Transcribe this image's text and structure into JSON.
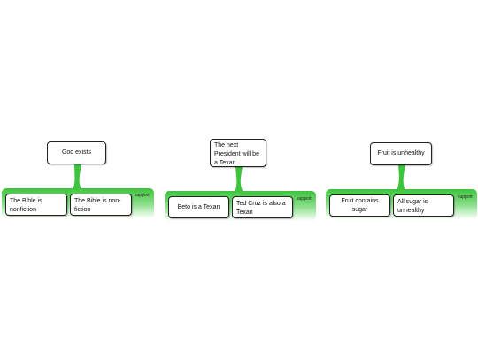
{
  "maps": [
    {
      "claim": "God exists",
      "support_label": "support",
      "premises": [
        "The Bible is nonfiction",
        "The Bible is non-fiction"
      ]
    },
    {
      "claim": "The next President will be a Texan",
      "support_label": "support",
      "premises": [
        "Beto is a Texan",
        "Ted Cruz is also a Texan"
      ]
    },
    {
      "claim": "Fruit is unhealthy",
      "support_label": "support",
      "premises": [
        "Fruit contains sugar",
        "All sugar is unhealthy"
      ]
    }
  ],
  "colors": {
    "support_green": "#3cc43c",
    "support_light": "#ffffff",
    "box_border": "#222222"
  }
}
